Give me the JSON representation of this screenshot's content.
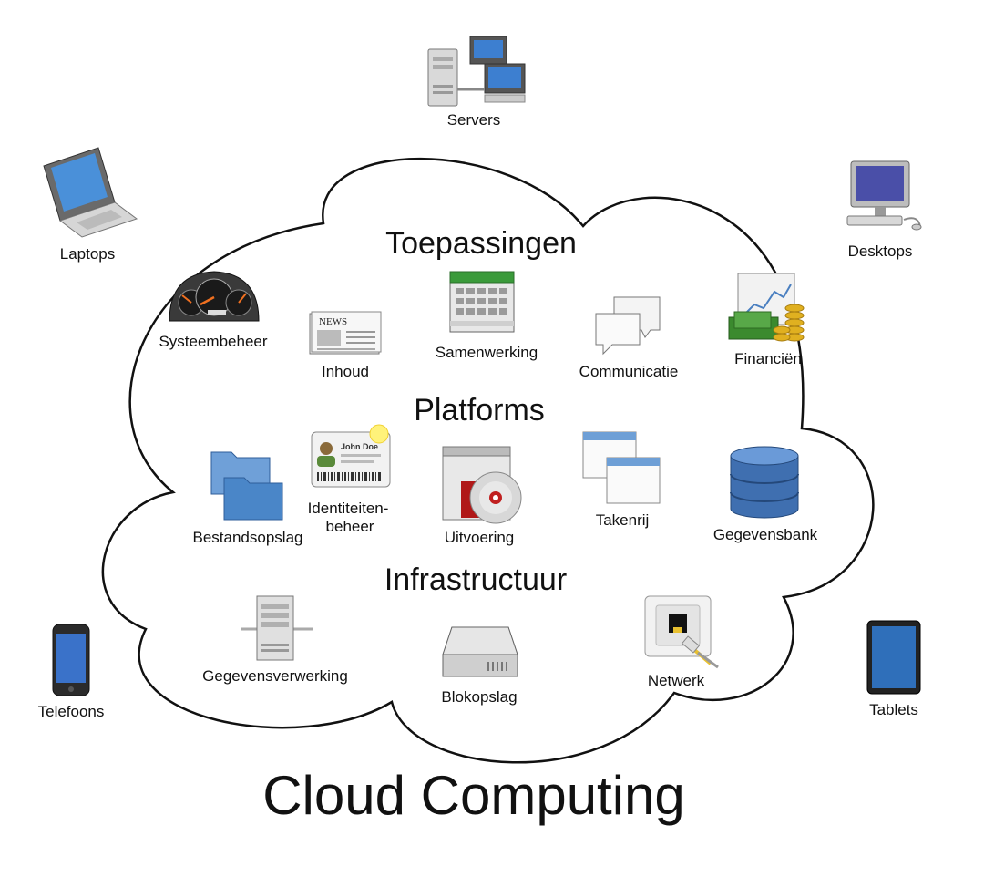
{
  "title": "Cloud Computing",
  "sections": {
    "applications": "Toepassingen",
    "platforms": "Platforms",
    "infrastructure": "Infrastructuur"
  },
  "devices": {
    "servers": "Servers",
    "laptops": "Laptops",
    "desktops": "Desktops",
    "phones": "Telefoons",
    "tablets": "Tablets"
  },
  "applications": {
    "monitoring": "Systeembeheer",
    "content": "Inhoud",
    "collaboration": "Samenwerking",
    "communication": "Communicatie",
    "finance": "Financiën",
    "news_text": "NEWS"
  },
  "platforms": {
    "object_storage": "Bestandsopslag",
    "identity_line1": "Identiteiten-",
    "identity_line2": "beheer",
    "identity_card_name": "John Doe",
    "runtime": "Uitvoering",
    "queue": "Takenrij",
    "database": "Gegevensbank"
  },
  "infrastructure": {
    "compute": "Gegevensverwerking",
    "block_storage": "Blokopslag",
    "network": "Netwerk"
  },
  "colors": {
    "cloud_stroke": "#111111",
    "screen_blue": "#3d7fd0",
    "folder_blue": "#4a86c8",
    "db_blue": "#3f6fb0",
    "money_green": "#3b8a2e",
    "gold": "#e0b020"
  }
}
